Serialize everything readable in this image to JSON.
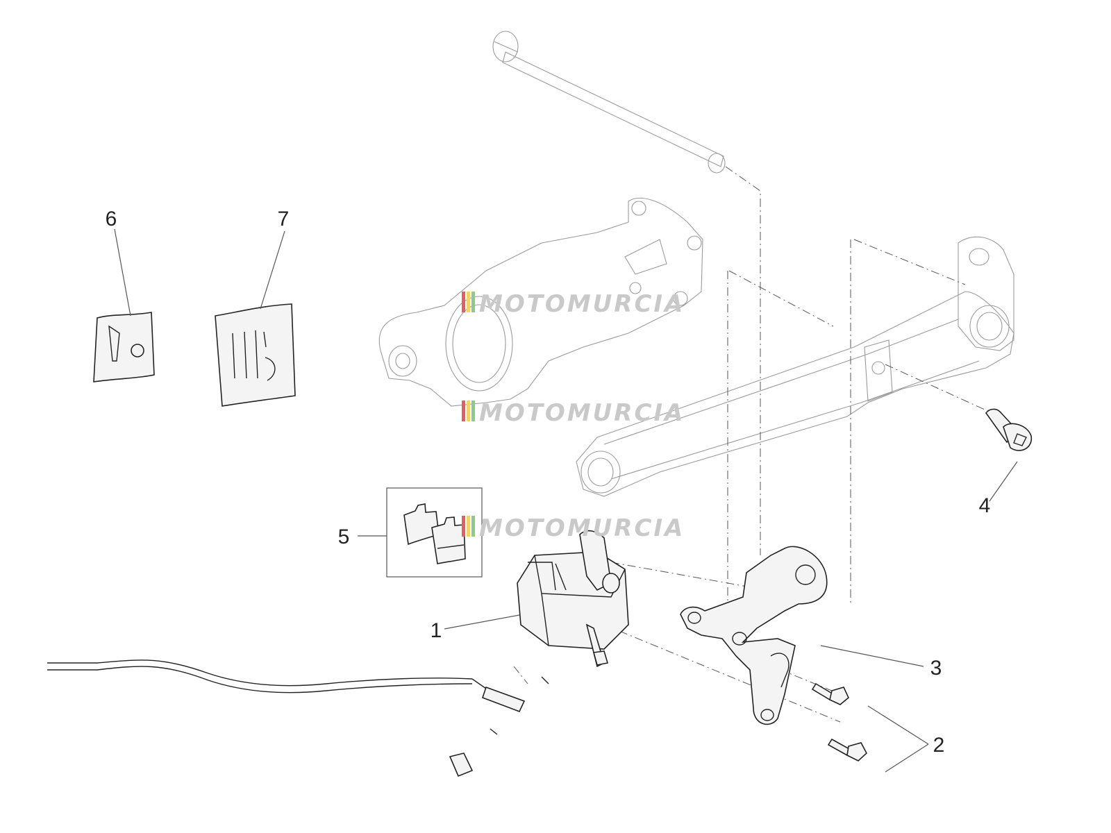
{
  "callouts": [
    {
      "id": "1",
      "label": "1"
    },
    {
      "id": "2",
      "label": "2"
    },
    {
      "id": "3",
      "label": "3"
    },
    {
      "id": "4",
      "label": "4"
    },
    {
      "id": "5",
      "label": "5"
    },
    {
      "id": "6",
      "label": "6"
    },
    {
      "id": "7",
      "label": "7"
    }
  ],
  "watermark": {
    "text": "MOTOMURCIA",
    "colors": [
      "#e06060",
      "#f2d36b",
      "#8fc98f"
    ]
  },
  "colors": {
    "line": "#222222",
    "ghost_line": "#9a9a9a",
    "watermark_text": "#c9c9c9"
  }
}
